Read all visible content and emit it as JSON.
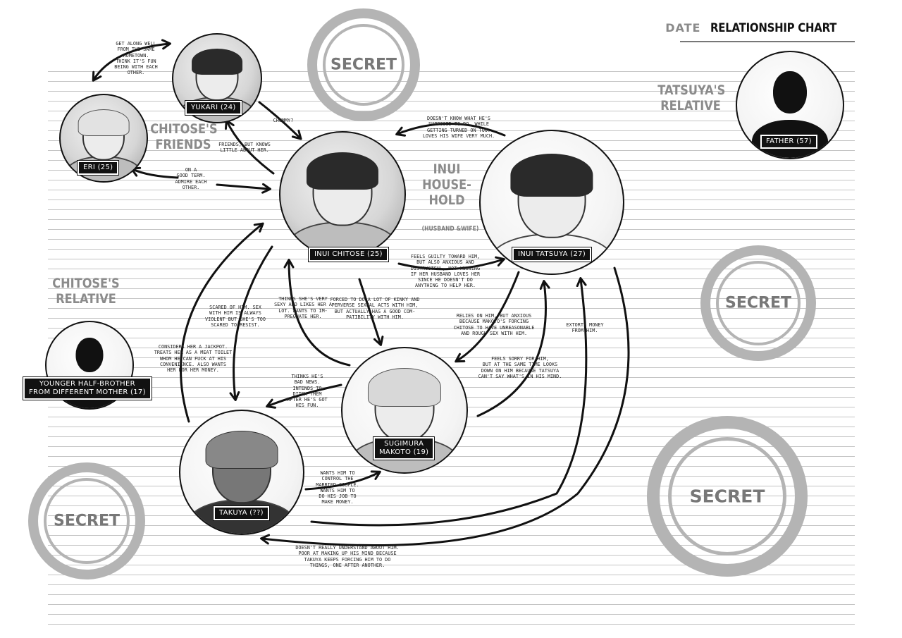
{
  "header": {
    "date_label": "DATE",
    "title": "RELATIONSHIP CHART"
  },
  "groups": {
    "chitose_friends": "CHITOSE'S\nFRIENDS",
    "inui_household": "INUI\nHOUSE-\nHOLD",
    "household_sub": "(HUSBAND &WIFE)",
    "tatsuya_relative": "TATSUYA'S\nRELATIVE",
    "chitose_relative": "CHITOSE'S\nRELATIVE"
  },
  "nodes": {
    "yukari": "YUKARI (24)",
    "eri": "ERI (25)",
    "chitose": "INUI CHITOSE (25)",
    "tatsuya": "INUI TATSUYA (27)",
    "father": "FATHER (57)",
    "brother": "YOUNGER HALF-BROTHER\nFROM DIFFERENT MOTHER (17)",
    "makoto": "SUGIMURA\nMAKOTO (19)",
    "takuya": "TAKUYA (??)"
  },
  "secret_label": "SECRET",
  "notes": {
    "eri_yukari": "GET ALONG WELL\nFROM THE SAME\nHOMETOWN.\nTHINK IT'S FUN\nBEING WITH EACH\nOTHER.",
    "chummy": "CHUMMY?",
    "friends_know_little": "FRIENDS, BUT KNOWS\nLITTLE ABOUT HER.",
    "good_terms": "ON A\nGOOD TERM.\nADMIRE EACH\nOTHER.",
    "tatsuya_to_chitose": "DOESN'T KNOW WHAT HE'S\nSUPPOSED TO DO, WHILE\nGETTING TURNED ON TOO.\nLOVES HIS WIFE VERY MUCH.",
    "chitose_to_tatsuya": "FEELS GUILTY TOWARD HIM,\nBUT ALSO ANXIOUS AND\nDISTRUSTFUL, NOT KNOWING\nIF HER HUSBAND LOVES HER\nSINCE HE DOESN'T DO\nANYTHING TO HELP HER.",
    "chitose_scared": "SCARED OF HIM. SEX\nWITH HIM IS ALWAYS\nVIOLENT BUT SHE'S TOO\nSCARED TO RESIST.",
    "makoto_thinks_chitose": "THINKS SHE'S VERY\nSEXY AND LIKES HER A\nLOT. WANTS TO IM-\nPREGNATE HER.",
    "chitose_forced": "FORCED TO DO A LOT OF KINKY AND\nPERVERSE SEXUAL ACTS WITH HIM,\nBUT ACTUALLY HAS A GOOD COM-\nPATIBILITY WITH HIM.",
    "tatsuya_relies": "RELIES ON HIM, BUT ANXIOUS\nBECAUSE MAKOTO'S FORCING\nCHITOSE TO HAVE UNREASONABLE\nAND ROUGH SEX WITH HIM.",
    "extorts": "EXTORTS MONEY\nFROM HIM.",
    "takuya_jackpot": "CONSIDERS HER A JACKPOT.\nTREATS HER AS A MEAT TOILET\nWHOM HE CAN FUCK AT HIS\nCONVENIENCE. ALSO WANTS\nHER FOR HER MONEY.",
    "makoto_bad_news": "THINKS HE'S\nBAD NEWS.\nINTENDS TO\nDITCH THEM\nAFTER HE'S GOT\nHIS FUN.",
    "makoto_sorry": "FEELS SORRY FOR HIM,\nBUT AT THE SAME TIME LOOKS\nDOWN ON HIM BECAUSE TATSUYA\nCAN'T SAY WHAT'S IN HIS MIND.",
    "takuya_wants": "WANTS HIM TO\nCONTROL THE\nMARRIED COUPLE.\nWANTS HIM TO\nDO HIS JOB TO\nMAKE MONEY.",
    "tatsuya_to_takuya": "DOESN'T REALLY UNDERSTAND ABOUT HIM.\nPOOR AT MAKING UP HIS MIND BECAUSE\nTAKUYA KEEPS FORCING HIM TO DO\nTHINGS, ONE AFTER ANOTHER."
  }
}
